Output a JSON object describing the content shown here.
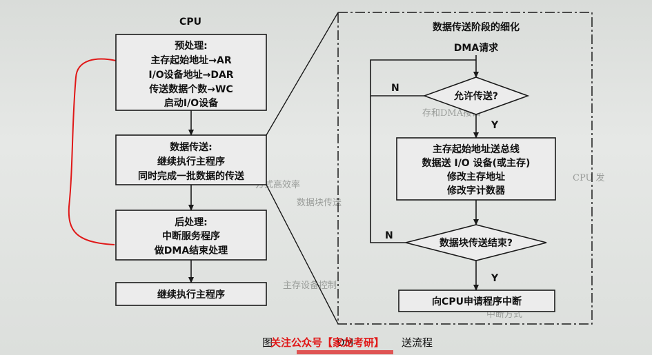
{
  "left": {
    "title": "CPU",
    "preprocess": [
      "预处理:",
      "主存起始地址→AR",
      "I/O设备地址→DAR",
      "传送数据个数→WC",
      "启动I/O设备"
    ],
    "transfer": [
      "数据传送:",
      "继续执行主程序",
      "同时完成一批数据的传送"
    ],
    "postprocess": [
      "后处理:",
      "中断服务程序",
      "做DMA结束处理"
    ],
    "continue": "继续执行主程序"
  },
  "right": {
    "title": "数据传送阶段的细化",
    "dma_request": "DMA请求",
    "allow": "允许传送?",
    "n1": "N",
    "y1": "Y",
    "steps": [
      "主存起始地址送总线",
      "数据送 I/O 设备(或主存)",
      "修改主存地址",
      "修改字计数器"
    ],
    "block_end": "数据块传送结束?",
    "n2": "N",
    "y2": "Y",
    "interrupt": "向CPU申请程序中断"
  },
  "caption": {
    "left": "图",
    "mid": "DM",
    "right": "送流程"
  },
  "watermark": "关注公众号【家龙考研】",
  "colors": {
    "accent_red": "#e01818",
    "line": "#1a1a1a"
  }
}
